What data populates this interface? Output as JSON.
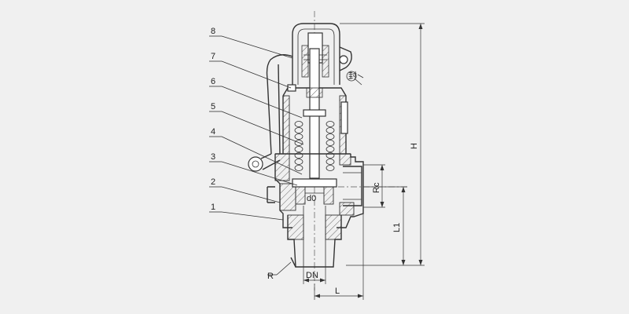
{
  "part_labels": [
    "8",
    "7",
    "6",
    "5",
    "4",
    "3",
    "2",
    "1"
  ],
  "dimensions": {
    "height": "H",
    "inlet_height": "L1",
    "outlet_thread": "Rc",
    "seat_diameter": "d0",
    "nominal_diameter": "DN",
    "outlet_offset": "L",
    "radius": "R"
  },
  "colors": {
    "background": "#f0f0f0",
    "line": "#333333",
    "hatch": "#555555"
  }
}
